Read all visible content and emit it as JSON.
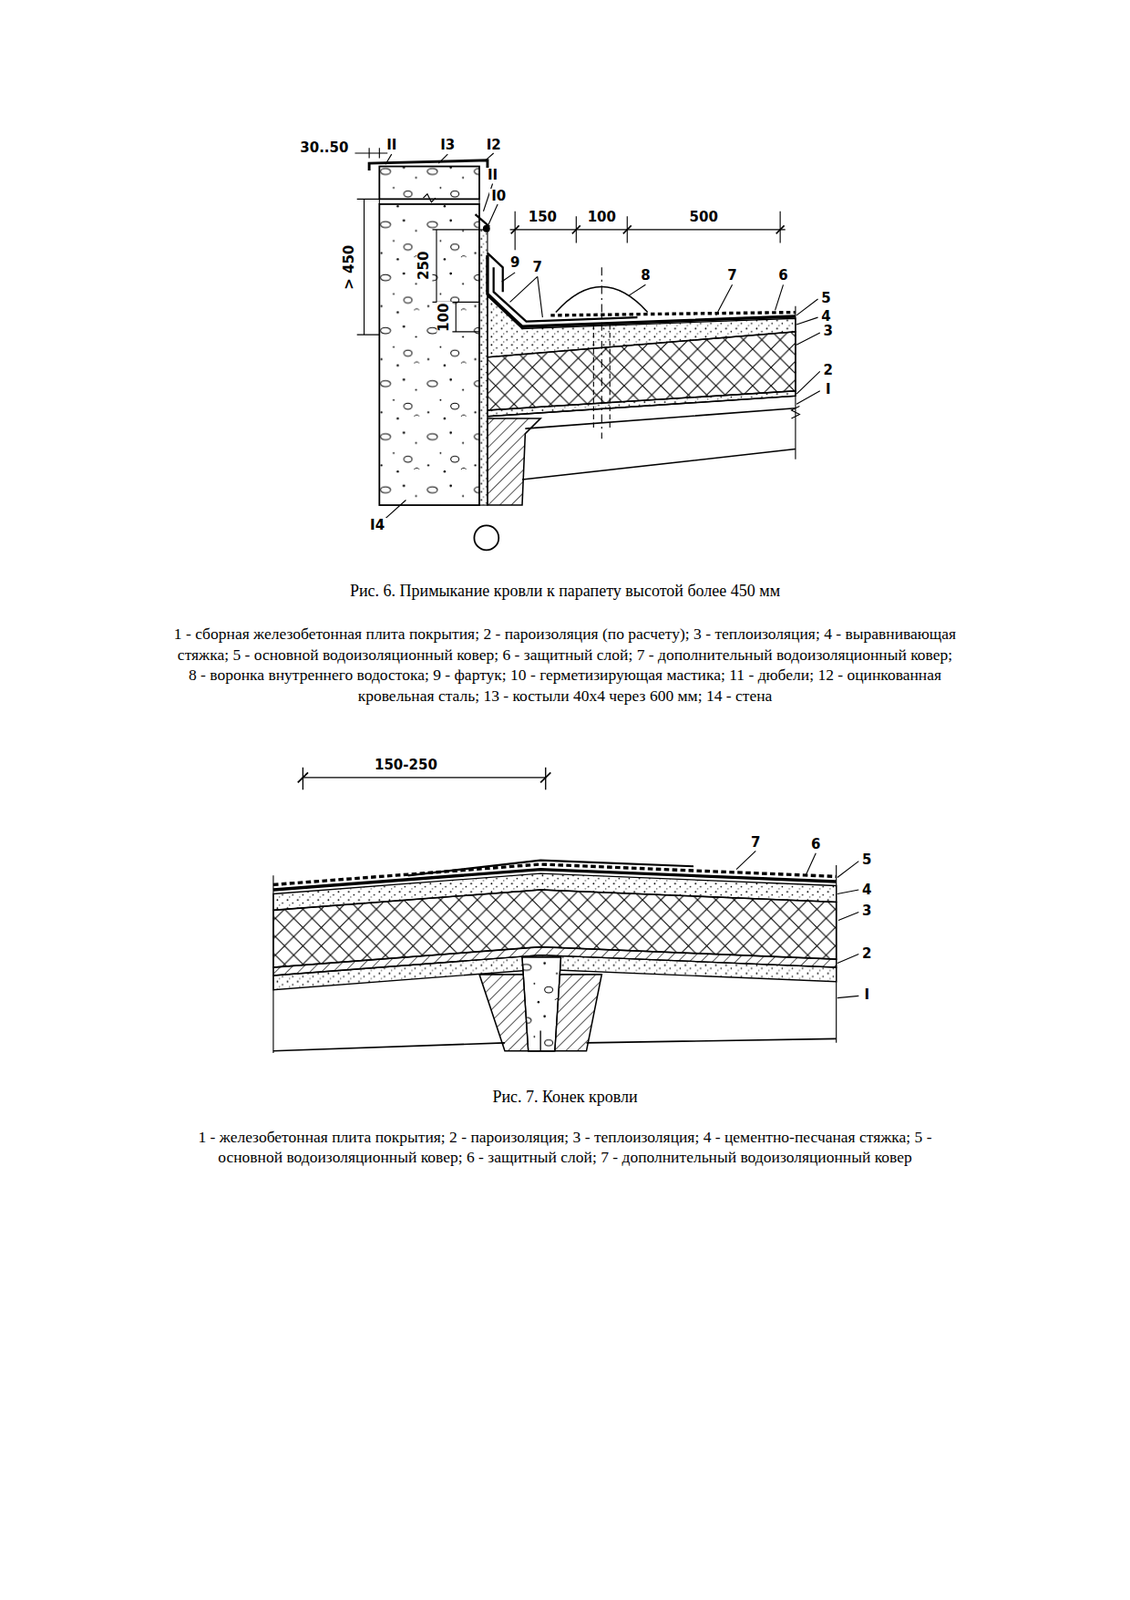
{
  "diagram": {
    "labels": [
      "30..50",
      "II",
      "I3",
      "I2",
      "II",
      "I0",
      "150",
      "100",
      "500",
      "> 450",
      "250",
      "100",
      "9",
      "7",
      "8",
      "7",
      "6",
      "5",
      "4",
      "3",
      "2",
      "I",
      "I4",
      "Рис. 6. Примыкание кровли к парапету высотой более 450 мм",
      "1 - сборная железобетонная плита покрытия; 2 - пароизоляция (по расчету); 3 - теплоизоляция; 4 - выравнивающая стяжка; 5 - основной водоизоляционный ковер; 6 - защитный слой; 7 - дополнительный водоизоляционный ковер; 8 - воронка внутреннего водостока; 9 - фартук; 10 - герметизирующая мастика; 11 - дюбели; 12 - оцинкованная кровельная сталь; 13 - костыли 40х4 через 600 мм; 14 - стена",
      "150-250",
      "7",
      "6",
      "5",
      "4",
      "3",
      "2",
      "I",
      "Рис. 7. Конек кровли",
      "1 - железобетонная плита покрытия; 2 - пароизоляция; 3 - теплоизоляция; 4 - цементно-песчаная стяжка; 5 - основной водоизоляционный ковер; 6 - защитный слой; 7 - дополнительный водоизоляционный ковер"
    ]
  }
}
